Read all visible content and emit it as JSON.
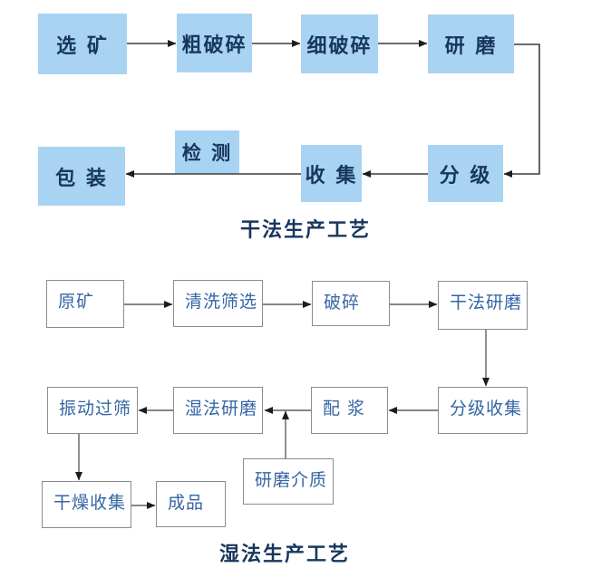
{
  "colors": {
    "dry_box_fill": "#a9d3f2",
    "dry_box_text": "#17375e",
    "wet_box_border": "#8c8c8c",
    "wet_box_text": "#3565a4",
    "title_text": "#17365d",
    "connector_dark": "#3c3c3c",
    "connector_gray": "#5f5f5f",
    "arrowhead": "#1d1d1d"
  },
  "dry_process": {
    "title": "干法生产工艺",
    "boxes": [
      {
        "id": "ore-selection",
        "label": "选 矿"
      },
      {
        "id": "coarse-crushing",
        "label": "粗破碎"
      },
      {
        "id": "fine-crushing",
        "label": "细破碎"
      },
      {
        "id": "grinding",
        "label": "研 磨"
      },
      {
        "id": "inspection",
        "label": "检 测"
      },
      {
        "id": "packaging",
        "label": "包 装"
      },
      {
        "id": "collection",
        "label": "收 集"
      },
      {
        "id": "classification",
        "label": "分 级"
      }
    ],
    "connections": [
      {
        "from": "ore-selection",
        "to": "coarse-crushing"
      },
      {
        "from": "coarse-crushing",
        "to": "fine-crushing"
      },
      {
        "from": "fine-crushing",
        "to": "grinding"
      },
      {
        "from": "grinding",
        "to": "classification"
      },
      {
        "from": "classification",
        "to": "collection"
      },
      {
        "from": "collection",
        "to": "packaging",
        "via": "inspection"
      }
    ]
  },
  "wet_process": {
    "title": "湿法生产工艺",
    "boxes": [
      {
        "id": "raw-ore",
        "label": "原矿"
      },
      {
        "id": "washing-screening",
        "label": "清洗筛选"
      },
      {
        "id": "crushing",
        "label": "破碎"
      },
      {
        "id": "dry-grinding",
        "label": "干法研磨"
      },
      {
        "id": "vibrating-sieving",
        "label": "振动过筛"
      },
      {
        "id": "wet-grinding",
        "label": "湿法研磨"
      },
      {
        "id": "slurry-mixing",
        "label": "配 浆"
      },
      {
        "id": "classified-collection",
        "label": "分级收集"
      },
      {
        "id": "grinding-media",
        "label": "研磨介质"
      },
      {
        "id": "drying-collection",
        "label": "干燥收集"
      },
      {
        "id": "finished-product",
        "label": "成品"
      }
    ],
    "connections": [
      {
        "from": "raw-ore",
        "to": "washing-screening"
      },
      {
        "from": "washing-screening",
        "to": "crushing"
      },
      {
        "from": "crushing",
        "to": "dry-grinding"
      },
      {
        "from": "dry-grinding",
        "to": "classified-collection"
      },
      {
        "from": "classified-collection",
        "to": "slurry-mixing"
      },
      {
        "from": "slurry-mixing",
        "to": "wet-grinding"
      },
      {
        "from": "grinding-media",
        "to": "wet-grinding"
      },
      {
        "from": "wet-grinding",
        "to": "vibrating-sieving"
      },
      {
        "from": "vibrating-sieving",
        "to": "drying-collection"
      },
      {
        "from": "drying-collection",
        "to": "finished-product"
      }
    ]
  }
}
